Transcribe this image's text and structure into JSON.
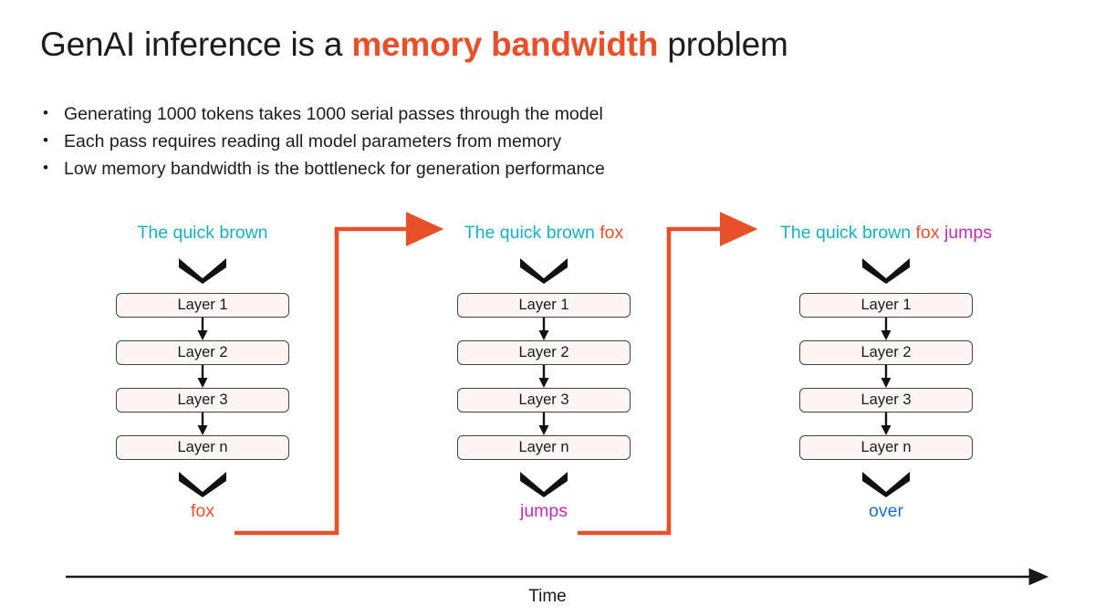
{
  "title": {
    "before": "GenAI inference is a ",
    "accent": "memory bandwidth",
    "after": " problem"
  },
  "bullets": [
    "Generating 1000 tokens takes 1000 serial passes through the model",
    "Each pass requires reading all model parameters from memory",
    "Low memory bandwidth is the bottleneck for generation performance"
  ],
  "colors": {
    "accent_orange": "#E8502A",
    "prompt_teal": "#17B0C2",
    "token_magenta": "#C42BB8",
    "token_blue": "#1F6FC4",
    "box_border": "#3a4453",
    "box_fill": "#fdf5f2",
    "arrow_black": "#111111"
  },
  "layers": {
    "labels": [
      "Layer 1",
      "Layer 2",
      "Layer 3",
      "Layer n"
    ]
  },
  "columns": [
    {
      "id": "pass-1",
      "prompt_parts": [
        {
          "text": "The quick brown",
          "color": "teal"
        }
      ],
      "output": {
        "text": "fox",
        "color": "orange"
      }
    },
    {
      "id": "pass-2",
      "prompt_parts": [
        {
          "text": "The quick brown ",
          "color": "teal"
        },
        {
          "text": "fox",
          "color": "orange"
        }
      ],
      "output": {
        "text": "jumps",
        "color": "magenta"
      }
    },
    {
      "id": "pass-3",
      "prompt_parts": [
        {
          "text": "The quick brown ",
          "color": "teal"
        },
        {
          "text": "fox",
          "color": "orange"
        },
        {
          "text": " jumps",
          "color": "magenta"
        }
      ],
      "output": {
        "text": "over",
        "color": "blue"
      }
    }
  ],
  "axis": {
    "label": "Time"
  }
}
